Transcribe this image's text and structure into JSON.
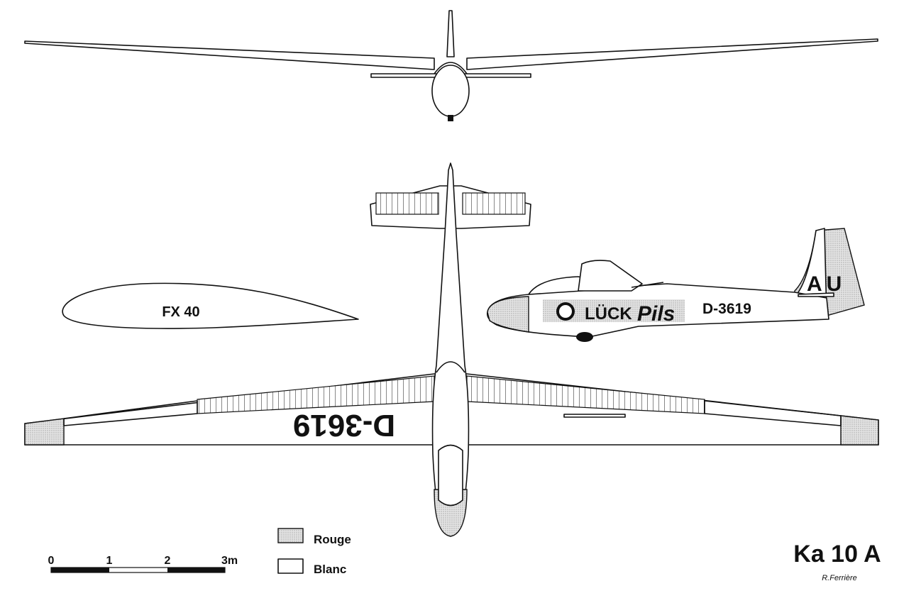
{
  "title": "Ka 10 A",
  "author": "R.Ferrière",
  "airfoil": {
    "label": "FX 40"
  },
  "registration": {
    "side": "D-3619",
    "wing": "D-3619",
    "fin": "AU"
  },
  "sponsor": {
    "brand": "LÜCK",
    "script": "Pils"
  },
  "legend": {
    "items": [
      {
        "label": "Rouge",
        "color": "#c8c8c8"
      },
      {
        "label": "Blanc",
        "color": "#ffffff"
      }
    ]
  },
  "scale": {
    "ticks": [
      "0",
      "1",
      "2",
      "3m"
    ]
  }
}
